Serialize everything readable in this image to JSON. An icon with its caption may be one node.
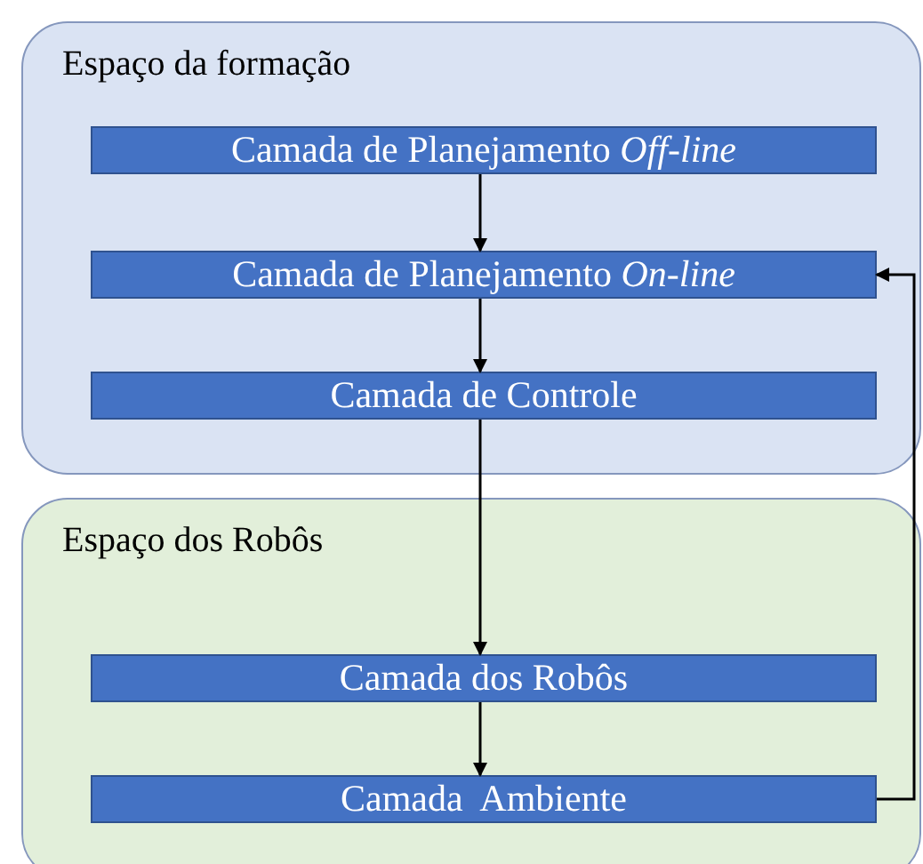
{
  "diagram": {
    "nodes": [
      {
        "text": [
          "Espaço da formação"
        ]
      },
      {
        "text": [
          "Camada de Planejamento *Off-line*"
        ],
        "in": 0
      },
      {
        "text": [
          "Camada de Planejamento *On-line*"
        ],
        "in": 0
      },
      {
        "text": [
          "Camada de Controle"
        ],
        "in": 0
      },
      {
        "text": [
          "Espaço dos Robôs"
        ]
      },
      {
        "text": [
          "Camada dos Robôs"
        ],
        "in": 4
      },
      {
        "text": [
          "Camada  Ambiente"
        ],
        "in": 4
      }
    ],
    "edges": [
      {
        "from": 1,
        "to": 2,
        "arrow": "to"
      },
      {
        "from": 2,
        "to": 3,
        "arrow": "to"
      },
      {
        "from": 3,
        "to": 5,
        "arrow": "to"
      },
      {
        "from": 5,
        "to": 6,
        "arrow": "to"
      },
      {
        "from": 6,
        "to": 2,
        "arrow": "to"
      }
    ]
  }
}
